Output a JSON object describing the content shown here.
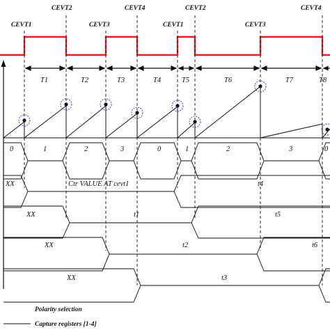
{
  "events": [
    {
      "label": "CEVT1"
    },
    {
      "label": "CEVT2"
    },
    {
      "label": "CEVT3"
    },
    {
      "label": "CEVT4"
    },
    {
      "label": "CEVT1"
    },
    {
      "label": "CEVT2"
    },
    {
      "label": "CEVT3"
    },
    {
      "label": "CEVT4"
    }
  ],
  "periods": [
    "T1",
    "T2",
    "T3",
    "T4",
    "T5",
    "T6",
    "T7",
    "T8"
  ],
  "counter_states": [
    "0",
    "1",
    "2",
    "3",
    "0",
    "1",
    "2",
    "3",
    "0"
  ],
  "register_rows": [
    {
      "labels": [
        "XX",
        "Ctr VALUE AT cevt1",
        "t4"
      ]
    },
    {
      "labels": [
        "XX",
        "t1",
        "t5"
      ]
    },
    {
      "labels": [
        "XX",
        "t2",
        "t6"
      ]
    },
    {
      "labels": [
        "XX",
        "t3"
      ]
    }
  ],
  "legend": {
    "polarity": "Polarity selection",
    "capture": "Capture registers [1-4]"
  },
  "colors": {
    "signal": "#e41e26",
    "marker": "#1e2fd6",
    "line": "#111111"
  }
}
